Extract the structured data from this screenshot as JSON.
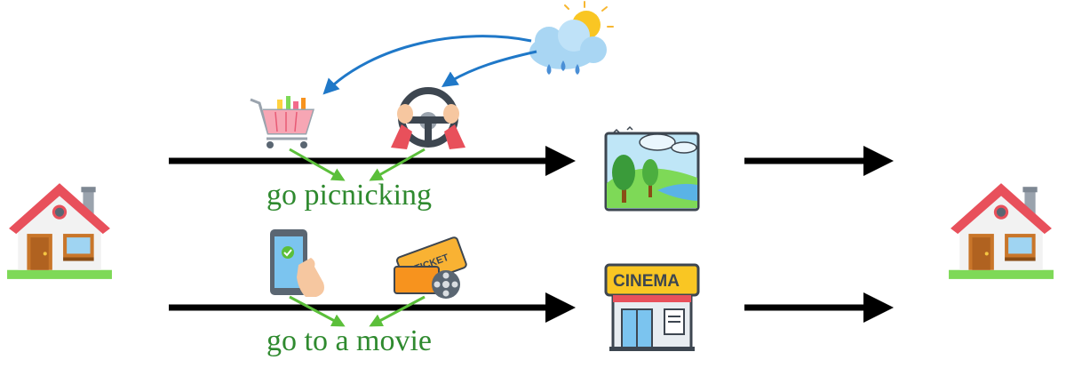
{
  "labels": {
    "picnic": "go picnicking",
    "movie": "go to a movie",
    "cinema_sign": "CINEMA",
    "ticket": "TICKET"
  },
  "colors": {
    "label_green": "#2f8a2f",
    "connector_green": "#5bbf3a",
    "weather_arrow_blue": "#1f78c8",
    "main_arrow": "#000000"
  },
  "icons": {
    "start": "house-icon",
    "end": "house-icon",
    "weather": "sun-cloud-rain-icon",
    "picnic_actions": [
      "shopping-cart-icon",
      "steering-wheel-icon"
    ],
    "movie_actions": [
      "phone-tap-icon",
      "ticket-film-icon"
    ],
    "destinations": [
      "landscape-icon",
      "cinema-icon"
    ]
  }
}
